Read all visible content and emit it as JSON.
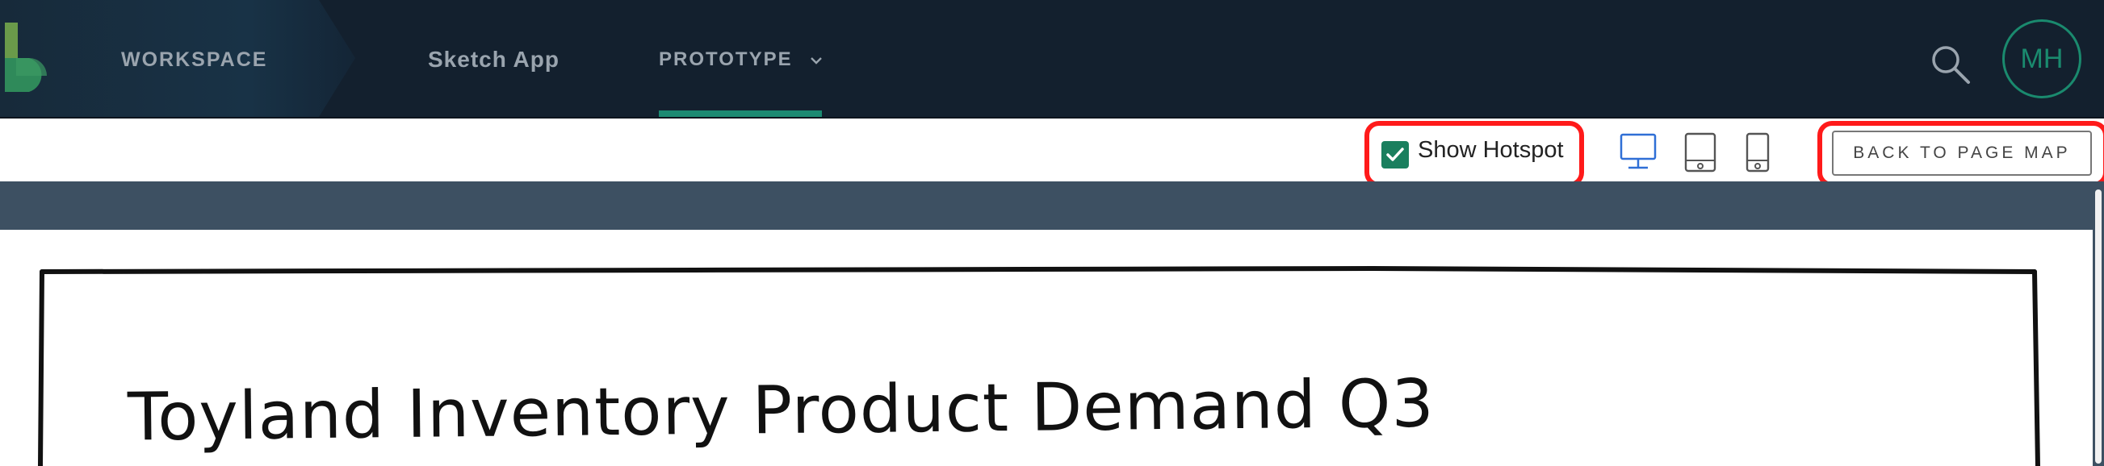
{
  "nav": {
    "workspace": "WORKSPACE",
    "app_name": "Sketch App",
    "prototype": "PROTOTYPE",
    "avatar_initials": "MH",
    "active_tab": "PROTOTYPE",
    "icons": {
      "logo": "brand-logo",
      "chevron": "chevron-down-icon",
      "search": "search-icon"
    }
  },
  "toolbar": {
    "show_hotspot_label": "Show Hotspot",
    "show_hotspot_checked": true,
    "devices": [
      "desktop",
      "tablet",
      "phone"
    ],
    "active_device": "desktop",
    "back_button": "BACK TO PAGE MAP"
  },
  "canvas": {
    "sketch_title": "Toyland Inventory Product Demand Q3"
  },
  "colors": {
    "nav_bg": "#13202e",
    "accent": "#1a8a6e",
    "highlight": "#ff1a1a",
    "subbar": "#3d5062",
    "device_active": "#2f6fd6"
  }
}
